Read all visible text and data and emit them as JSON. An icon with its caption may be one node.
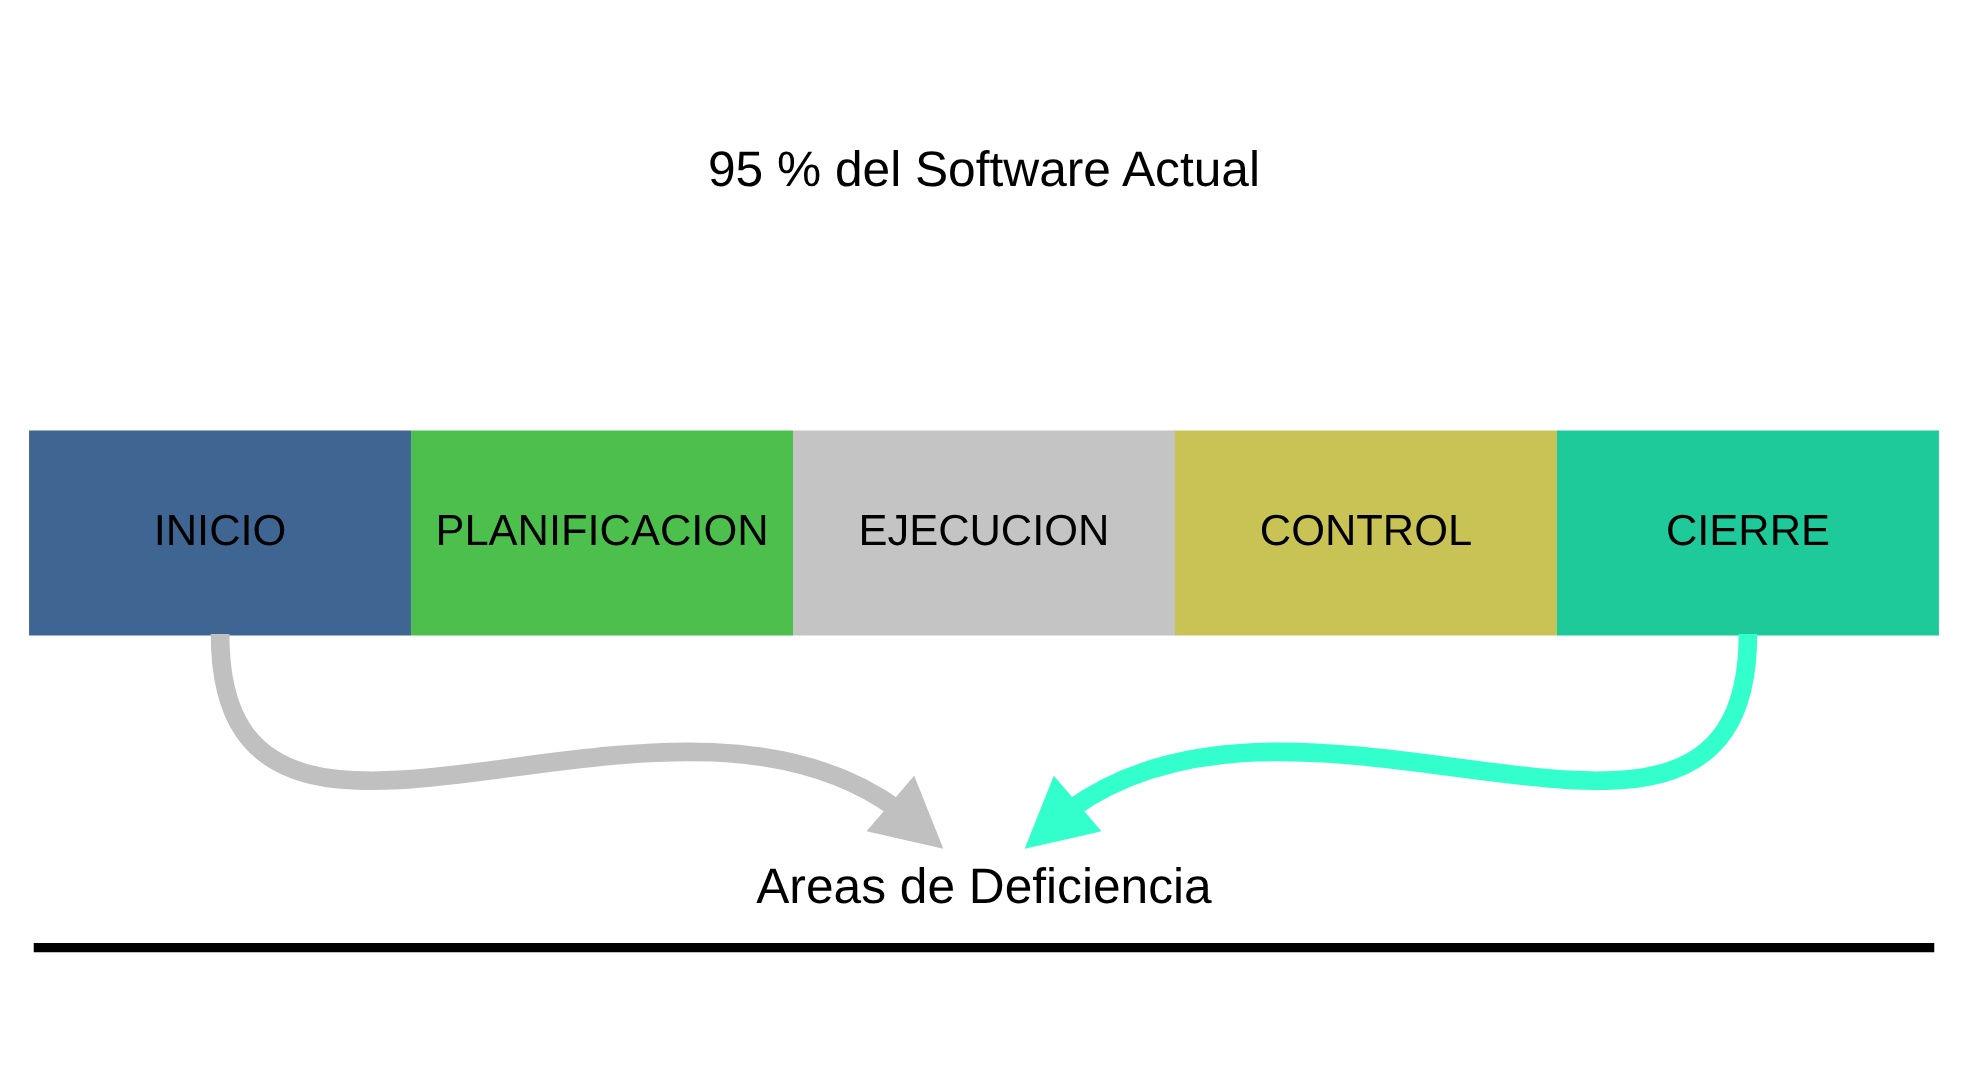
{
  "diagram": {
    "nodes": [
      {
        "text": [
          "INICIO"
        ]
      },
      {
        "text": [
          "PLANIFICACION"
        ]
      },
      {
        "text": [
          "EJECUCION"
        ]
      },
      {
        "text": [
          "CONTROL"
        ]
      },
      {
        "text": [
          "CIERRE"
        ]
      },
      {
        "text": [
          "Areas de Deficiencia"
        ]
      }
    ],
    "edges": [
      {
        "from": 0,
        "to": 5,
        "arrow": "to",
        "color": "#c0c0c0"
      },
      {
        "from": 4,
        "to": 5,
        "arrow": "to",
        "color": "#33ffcc"
      }
    ],
    "labels": [
      "95 % del Software Actual"
    ]
  }
}
